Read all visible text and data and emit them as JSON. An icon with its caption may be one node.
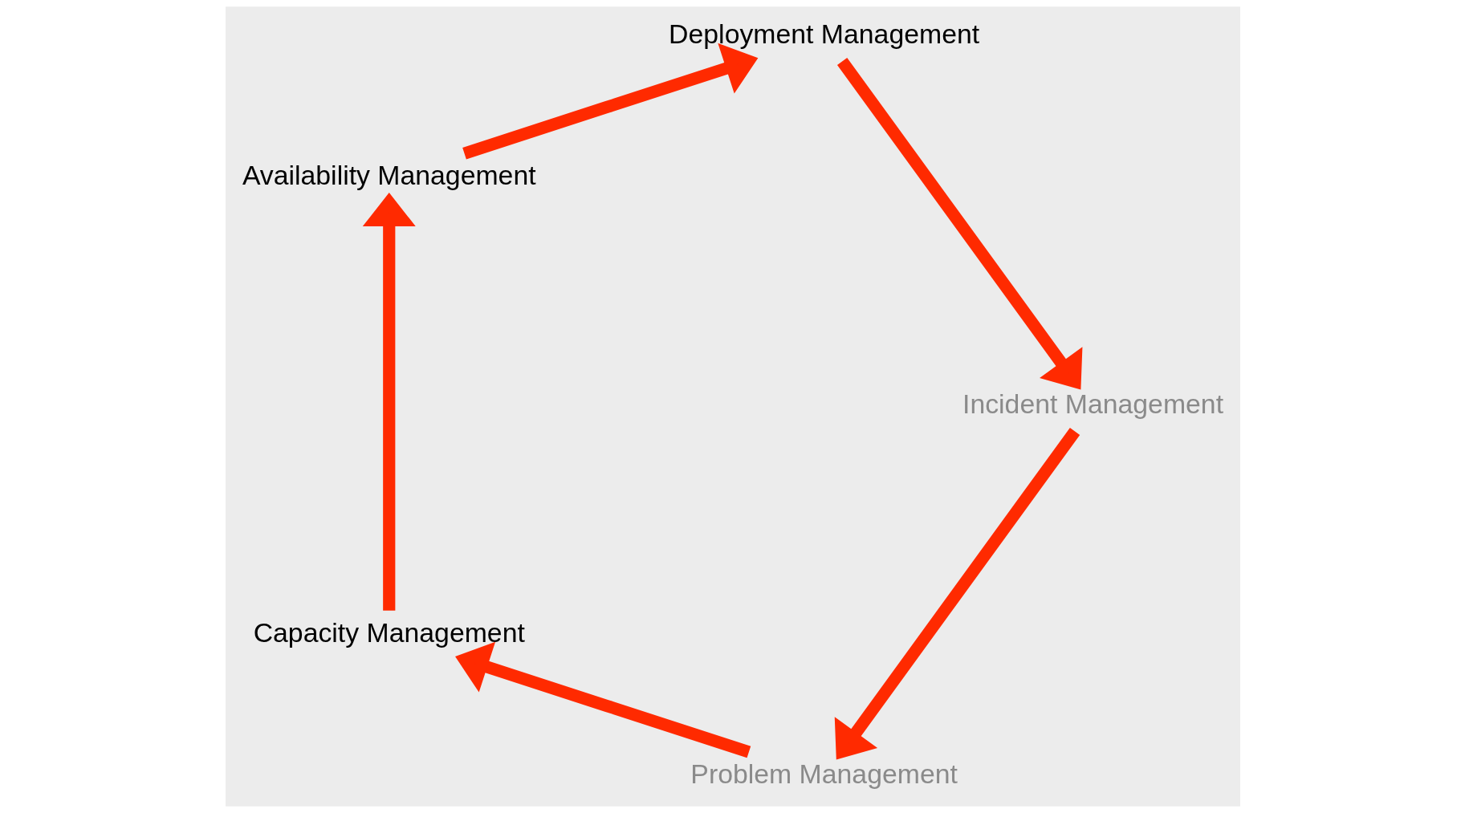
{
  "diagram": {
    "nodes": [
      {
        "text": [
          "Problem Management"
        ]
      },
      {
        "text": [
          "Capacity Management"
        ]
      },
      {
        "text": [
          "Availability Management"
        ]
      },
      {
        "text": [
          "Deployment Management"
        ]
      },
      {
        "text": [
          "Incident Management"
        ]
      }
    ],
    "edges": [
      {
        "from": 0,
        "to": 1,
        "arrow": "to"
      },
      {
        "from": 1,
        "to": 2,
        "arrow": "to"
      },
      {
        "from": 2,
        "to": 3,
        "arrow": "to"
      },
      {
        "from": 3,
        "to": 4,
        "arrow": "to"
      },
      {
        "from": 4,
        "to": 0,
        "arrow": "to"
      }
    ]
  }
}
